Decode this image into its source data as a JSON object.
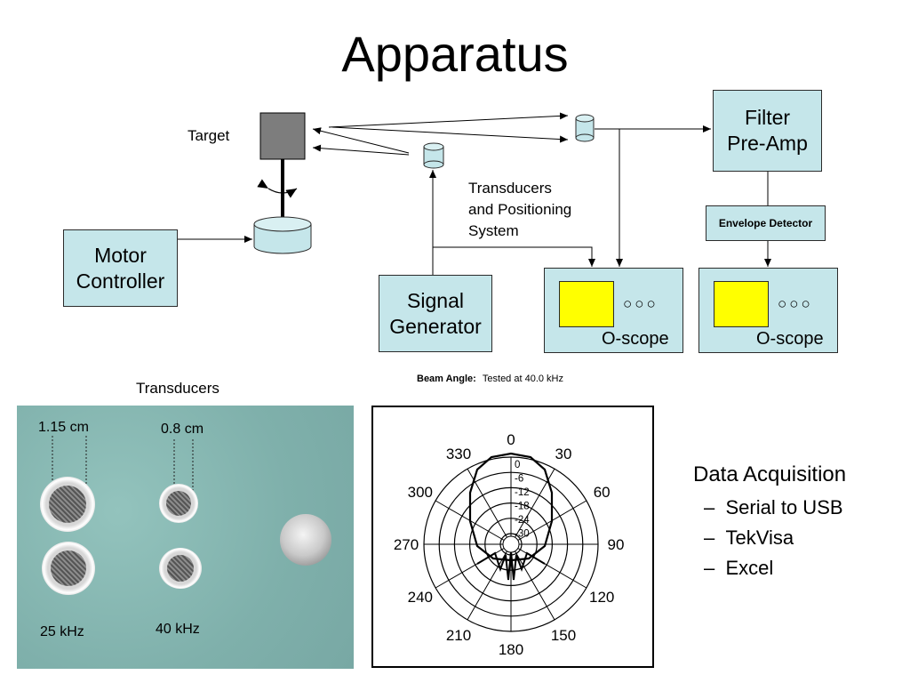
{
  "title": "Apparatus",
  "diagram": {
    "target_label": "Target",
    "filter_box": "Filter\nPre-Amp",
    "envelope_box": "Envelope Detector",
    "transducers_text": [
      "Transducers",
      "and Positioning",
      "System"
    ],
    "motor_box": "Motor\nController",
    "signal_box": "Signal\nGenerator",
    "scope_label": "O-scope",
    "scope_knobs": "○○○"
  },
  "photo": {
    "caption": "Transducers",
    "left_dim": "1.15 cm",
    "right_dim": "0.8 cm",
    "left_freq": "25 kHz",
    "right_freq": "40 kHz"
  },
  "beam": {
    "header_bold": "Beam Angle:",
    "header_rest": "Tested at 40.0 kHz",
    "angles": [
      "0",
      "30",
      "60",
      "90",
      "120",
      "150",
      "180",
      "210",
      "240",
      "270",
      "300",
      "330"
    ],
    "db": [
      "0",
      "-6",
      "-12",
      "-18",
      "-24",
      "-30"
    ]
  },
  "data_acq": {
    "heading": "Data Acquisition",
    "items": [
      "Serial to USB",
      "TekVisa",
      "Excel"
    ],
    "dash": "–"
  },
  "colors": {
    "box_fill": "#c5e6ea",
    "screen": "#ffff00"
  }
}
